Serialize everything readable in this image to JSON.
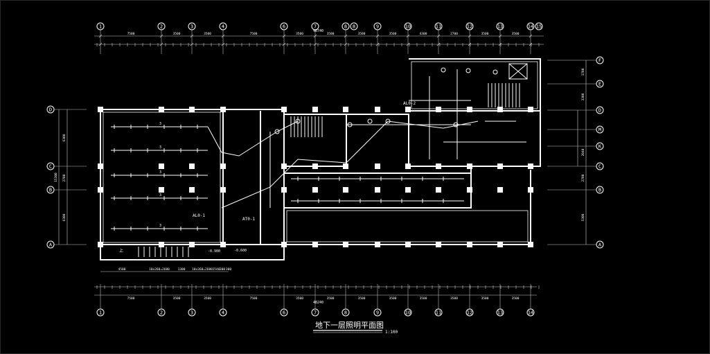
{
  "drawing": {
    "title": "地下一层照明平面图",
    "scale": "1:100",
    "total_dimension_top": "48740",
    "total_dimension_bottom": "48240"
  },
  "grid_columns": {
    "labels": [
      "1",
      "2",
      "3",
      "4",
      "6",
      "7",
      "8",
      "9",
      "10",
      "11",
      "12",
      "13",
      "14"
    ],
    "top_extra": [
      "8",
      "15"
    ]
  },
  "grid_rows": {
    "left": [
      "D",
      "C",
      "B",
      "A"
    ],
    "right": [
      "F",
      "E",
      "D",
      "M",
      "K",
      "C",
      "B",
      "A"
    ]
  },
  "dimensions": {
    "top_spans": [
      "7500",
      "3500",
      "3500",
      "7500",
      "3500",
      "3500",
      "3500",
      "3500",
      "4300",
      "2700",
      "3500",
      "3500"
    ],
    "bottom_spans": [
      "7500",
      "3500",
      "3500",
      "7500",
      "3500",
      "3500",
      "3500",
      "3500",
      "3500",
      "3500",
      "3500",
      "3500"
    ],
    "left_vertical": [
      "6300",
      "2700",
      "6300"
    ],
    "left_total": "15300",
    "right_vertical": [
      "1700",
      "3300",
      "2040",
      "2700",
      "5300"
    ],
    "bottom_notes": [
      "4500",
      "10x260=2600",
      "1300",
      "10x260=2600",
      "1540",
      "300",
      "300"
    ]
  },
  "room_labels": {
    "panel_1": "AL0-1",
    "panel_2": "AL0-2",
    "panel_3": "AT0-1",
    "level_1": "-0.900",
    "level_2": "-0.600",
    "up_label": "上"
  },
  "colors": {
    "background": "#000000",
    "lines": "#ffffff",
    "text": "#ffffff"
  }
}
